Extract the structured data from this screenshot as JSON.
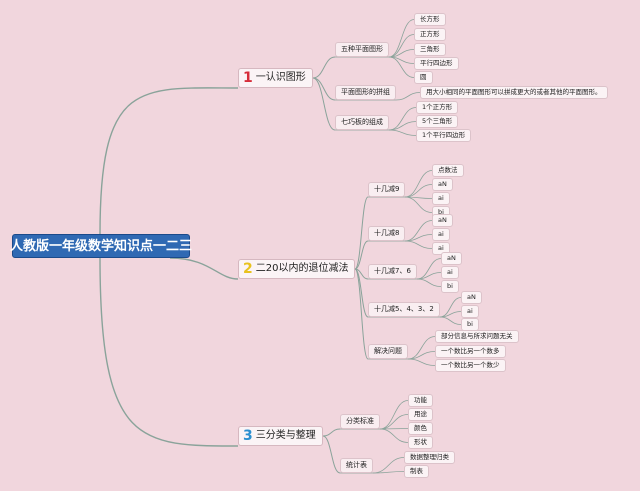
{
  "root": "人教版一年级数学知识点一二三",
  "branches": [
    {
      "num": "1",
      "num_color": "#d62d3a",
      "label": "一认识图形",
      "children": [
        {
          "label": "五种平面图形",
          "children": [
            "长方形",
            "正方形",
            "三角形",
            "平行四边形",
            "圆"
          ]
        },
        {
          "label": "平面图形的拼组",
          "children": [
            "用大小相同的平面图形可以拼成更大的或者其他的平面图形。"
          ]
        },
        {
          "label": "七巧板的组成",
          "children": [
            "1个正方形",
            "5个三角形",
            "1个平行四边形"
          ]
        }
      ]
    },
    {
      "num": "2",
      "num_color": "#e8c21e",
      "label": "二20以内的退位减法",
      "children": [
        {
          "label": "十几减9",
          "children": [
            "点数法",
            "aN",
            "ai",
            "bi"
          ]
        },
        {
          "label": "十几减8",
          "children": [
            "aN",
            "ai",
            "ai"
          ]
        },
        {
          "label": "十几减7、6",
          "children": [
            "aN",
            "ai",
            "bi"
          ]
        },
        {
          "label": "十几减5、4、3、2",
          "children": [
            "aN",
            "ai",
            "bi"
          ]
        },
        {
          "label": "解决问题",
          "children": [
            "部分信息与所求问题无关",
            "一个数比另一个数多",
            "一个数比另一个数少"
          ]
        }
      ]
    },
    {
      "num": "3",
      "num_color": "#2b8fd0",
      "label": "三分类与整理",
      "children": [
        {
          "label": "分类标准",
          "children": [
            "功能",
            "用途",
            "颜色",
            "形状"
          ]
        },
        {
          "label": "统计表",
          "children": [
            "数据整理归类",
            "制表"
          ]
        }
      ]
    }
  ],
  "colors": {
    "background": "#f1d6dd",
    "root_fill": "#2f69b3",
    "line": "#8aa39a"
  }
}
